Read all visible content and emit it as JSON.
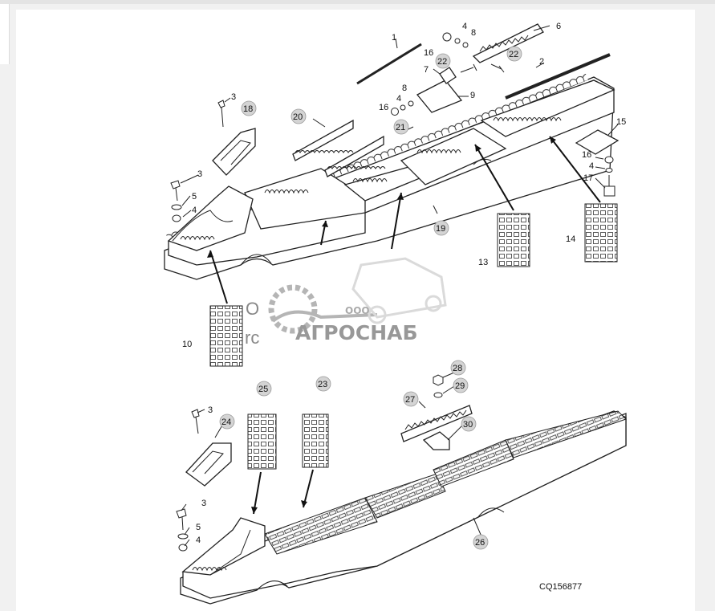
{
  "image_code": "CQ156877",
  "watermark": {
    "prefix": "ООО",
    "brand": "АГРОСНАБ",
    "fragment1": "О",
    "fragment2": "rc"
  },
  "callouts": {
    "c1": "1",
    "c2": "2",
    "c3a": "3",
    "c3b": "3",
    "c3c": "3",
    "c3d": "3",
    "c4a": "4",
    "c4b": "4",
    "c4c": "4",
    "c4d": "4",
    "c4e": "4",
    "c5a": "5",
    "c5b": "5",
    "c6": "6",
    "c7": "7",
    "c8a": "8",
    "c8b": "8",
    "c9": "9",
    "c10": "10",
    "c13": "13",
    "c14": "14",
    "c15": "15",
    "c16a": "16",
    "c16b": "16",
    "c16c": "16",
    "c17": "17",
    "c18": "18",
    "c19": "19",
    "c20": "20",
    "c21": "21",
    "c22a": "22",
    "c22b": "22",
    "c23": "23",
    "c24": "24",
    "c25": "25",
    "c26": "26",
    "c27": "27",
    "c28": "28",
    "c29": "29",
    "c30": "30"
  }
}
